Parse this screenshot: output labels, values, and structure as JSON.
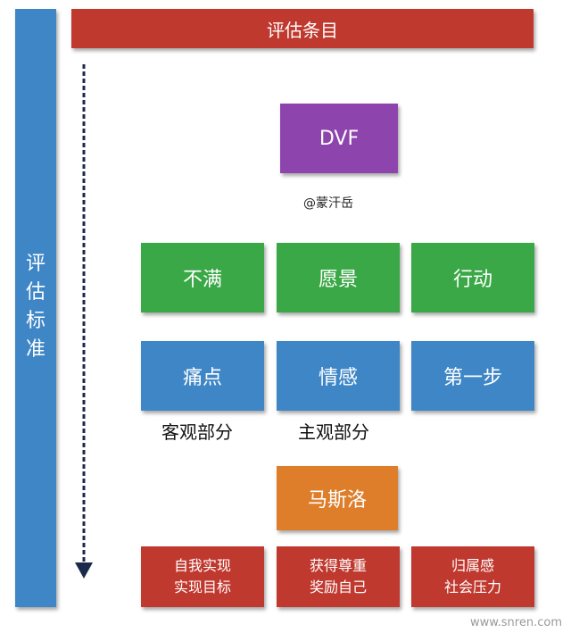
{
  "title": "评估条目",
  "side_label": [
    "评",
    "估",
    "标",
    "准"
  ],
  "top_node": "DVF",
  "credit": "@蒙汗岳",
  "row1": [
    "不满",
    "愿景",
    "行动"
  ],
  "row2": [
    "痛点",
    "情感",
    "第一步"
  ],
  "captions": [
    "客观部分",
    "主观部分"
  ],
  "middle_node": "马斯洛",
  "bottom_row": [
    {
      "line1": "自我实现",
      "line2": "实现目标"
    },
    {
      "line1": "获得尊重",
      "line2": "奖励自己"
    },
    {
      "line1": "归属感",
      "line2": "社会压力"
    }
  ],
  "watermark": "www.snren.com",
  "colors": {
    "red": "#c0392f",
    "purple": "#8e44ad",
    "green": "#3aa846",
    "blue": "#3f86c6",
    "orange": "#de7e2b",
    "arrow": "#1b2a4a"
  }
}
